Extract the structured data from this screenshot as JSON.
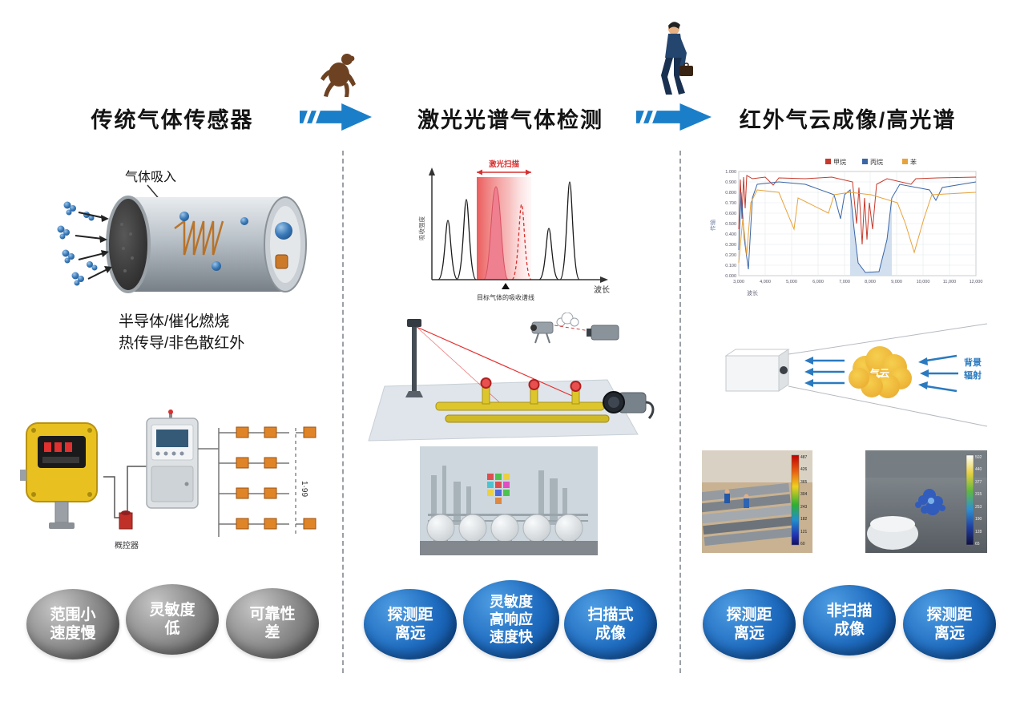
{
  "header": {
    "col1_title": "传统气体传感器",
    "col2_title": "激光光谱气体检测",
    "col3_title": "红外气云成像/高光谱"
  },
  "col1": {
    "intake_label": "气体吸入",
    "desc_line1": "半导体/催化燃烧",
    "desc_line2": "热传导/非色散红外",
    "controller_label": "概控器",
    "range_label": "1·99",
    "badges": [
      {
        "lines": [
          "范围小",
          "速度慢"
        ]
      },
      {
        "lines": [
          "灵敏度",
          "低"
        ]
      },
      {
        "lines": [
          "可靠性",
          "差"
        ]
      }
    ]
  },
  "col2": {
    "chart": {
      "scan_label": "激光扫描",
      "y_axis_label": "吸收强度",
      "x_axis_label": "波长",
      "marker_label": "目标气体的吸收谱线"
    },
    "badges": [
      {
        "lines": [
          "探测距",
          "离远"
        ]
      },
      {
        "lines": [
          "灵敏度",
          "高响应",
          "速度快"
        ]
      },
      {
        "lines": [
          "扫描式",
          "成像"
        ]
      }
    ]
  },
  "col3": {
    "chart": {
      "legend": [
        {
          "label": "甲烷",
          "color": "#c8392b"
        },
        {
          "label": "丙烷",
          "color": "#3a66a8"
        },
        {
          "label": "苯",
          "color": "#e8a33a"
        }
      ],
      "y_axis_label": "传输",
      "x_axis_label": "波长",
      "y_ticks": [
        "1.000",
        "0.900",
        "0.800",
        "0.700",
        "0.600",
        "0.500",
        "0.400",
        "0.300",
        "0.200",
        "0.100",
        "0.000"
      ],
      "x_ticks": [
        "3,000",
        "4,000",
        "5,000",
        "6,000",
        "7,000",
        "8,000",
        "9,000",
        "10,000",
        "11,000",
        "12,000"
      ]
    },
    "cloud": {
      "cloud_label": "气云",
      "radiation_line1": "背景",
      "radiation_line2": "辐射"
    },
    "thermal_left_scale": [
      "487",
      "426",
      "365",
      "304",
      "243",
      "182",
      "121",
      "60"
    ],
    "thermal_right_scale": [
      "502",
      "440",
      "377",
      "315",
      "253",
      "190",
      "128",
      "65"
    ],
    "badges": [
      {
        "lines": [
          "探测距",
          "离远"
        ]
      },
      {
        "lines": [
          "非扫描",
          "成像"
        ]
      },
      {
        "lines": [
          "探测距",
          "离远"
        ]
      }
    ]
  },
  "colors": {
    "arrow_blue": "#1b7ec8",
    "badge_blue": "#1668c1",
    "badge_gray": "#808080",
    "laser_red": "#d83030"
  },
  "chart_data": [
    {
      "type": "line",
      "title": "激光扫描与目标气体吸收谱线示意",
      "xlabel": "波长",
      "ylabel": "吸收强度",
      "annotations": [
        "激光扫描",
        "目标气体的吸收谱线"
      ],
      "description": "若干窄吸收峰曲线；红色渐变带表示激光扫描覆盖的波长范围，带内含目标气体吸收峰（红色虚线峰）"
    },
    {
      "type": "line",
      "xlabel": "波长",
      "ylabel": "传输",
      "x": [
        3000,
        4000,
        5000,
        6000,
        7000,
        8000,
        9000,
        10000,
        11000,
        12000
      ],
      "xlim": [
        3000,
        12000
      ],
      "ylim": [
        0,
        1
      ],
      "grid": true,
      "legend_position": "top",
      "series": [
        {
          "name": "甲烷",
          "color": "#c8392b",
          "values": [
            0.6,
            0.95,
            0.93,
            0.94,
            0.9,
            0.55,
            0.93,
            0.94,
            0.95,
            0.95
          ]
        },
        {
          "name": "丙烷",
          "color": "#3a66a8",
          "values": [
            0.3,
            0.9,
            0.88,
            0.85,
            0.8,
            0.05,
            0.88,
            0.8,
            0.88,
            0.9
          ]
        },
        {
          "name": "苯",
          "color": "#e8a33a",
          "values": [
            0.2,
            0.82,
            0.6,
            0.7,
            0.83,
            0.8,
            0.65,
            0.75,
            0.82,
            0.82
          ]
        }
      ]
    }
  ]
}
